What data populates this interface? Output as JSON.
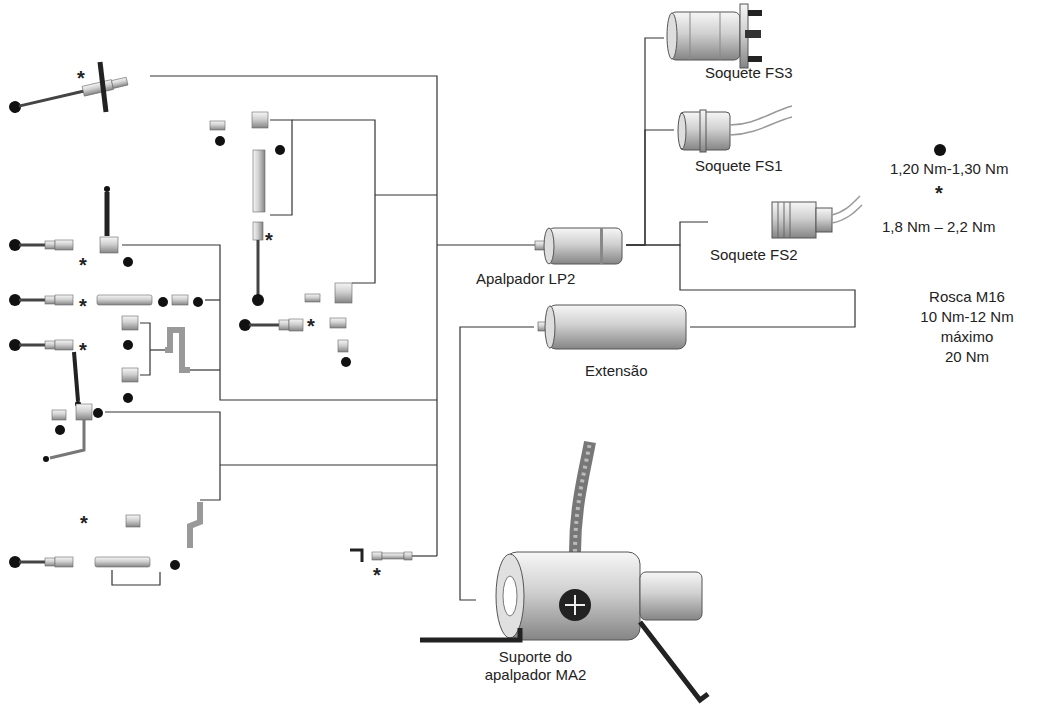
{
  "diagram": {
    "nodes": [
      {
        "text": [
          "Soquete FS3"
        ]
      },
      {
        "text": [
          "Soquete FS1"
        ]
      },
      {
        "text": [
          "Apalpador LP2"
        ]
      },
      {
        "text": [
          "Soquete FS2"
        ]
      },
      {
        "text": [
          "Extensão"
        ]
      },
      {
        "text": [
          "Suporte do apalpador MA2"
        ]
      }
    ],
    "edges": [
      {
        "from": 2,
        "to": 0,
        "arrow": "none"
      },
      {
        "from": 2,
        "to": 1,
        "arrow": "none"
      },
      {
        "from": 2,
        "to": 3,
        "arrow": "none"
      },
      {
        "from": 2,
        "to": 4,
        "arrow": "none"
      },
      {
        "from": 4,
        "to": 5,
        "arrow": "none"
      }
    ],
    "labels": [
      "*",
      "*",
      "*",
      "*",
      "*",
      "*",
      "*",
      "*",
      "*",
      "Rosca M16",
      "10 Nm-12 Nm",
      "máximo",
      "20 Nm"
    ],
    "legend": [
      {
        "text": "1,20 Nm-1,30 Nm"
      },
      {
        "text": "1,8 Nm – 2,2 Nm"
      }
    ]
  }
}
